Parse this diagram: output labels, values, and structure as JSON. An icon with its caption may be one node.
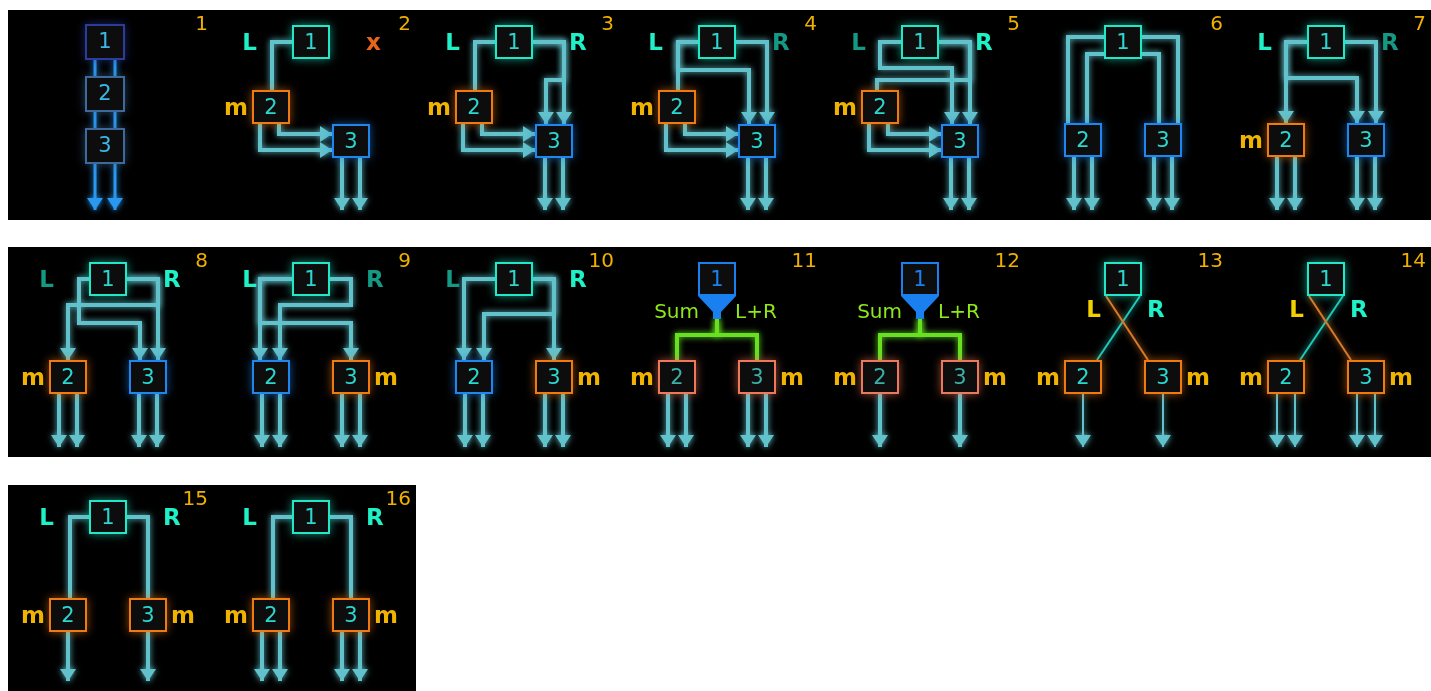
{
  "diagram": {
    "nodes": [
      {
        "text": [
          "1"
        ]
      },
      {
        "text": [
          "2"
        ]
      },
      {
        "text": [
          "3"
        ]
      },
      {
        "text": [
          "1"
        ],
        "beside": [
          "L",
          "x"
        ]
      },
      {
        "text": [
          "2"
        ],
        "beside": [
          "m"
        ]
      },
      {
        "text": [
          "3"
        ]
      },
      {
        "text": [
          "1"
        ],
        "beside": [
          "L",
          "R"
        ]
      },
      {
        "text": [
          "2"
        ],
        "beside": [
          "m"
        ]
      },
      {
        "text": [
          "3"
        ]
      },
      {
        "text": [
          "1"
        ],
        "beside": [
          "L",
          "R"
        ]
      },
      {
        "text": [
          "2"
        ],
        "beside": [
          "m"
        ]
      },
      {
        "text": [
          "3"
        ]
      },
      {
        "text": [
          "1"
        ],
        "beside": [
          "L",
          "R"
        ]
      },
      {
        "text": [
          "2"
        ],
        "beside": [
          "m"
        ]
      },
      {
        "text": [
          "3"
        ]
      },
      {
        "text": [
          "1"
        ]
      },
      {
        "text": [
          "2"
        ]
      },
      {
        "text": [
          "3"
        ]
      },
      {
        "text": [
          "1"
        ],
        "beside": [
          "L",
          "R"
        ]
      },
      {
        "text": [
          "2"
        ],
        "beside": [
          "m"
        ]
      },
      {
        "text": [
          "3"
        ]
      },
      {
        "text": [
          "1"
        ],
        "beside": [
          "L",
          "R"
        ]
      },
      {
        "text": [
          "2"
        ],
        "beside": [
          "m"
        ]
      },
      {
        "text": [
          "3"
        ]
      },
      {
        "text": [
          "1"
        ],
        "beside": [
          "L",
          "R"
        ]
      },
      {
        "text": [
          "2"
        ]
      },
      {
        "text": [
          "3"
        ],
        "beside": [
          "m"
        ]
      },
      {
        "text": [
          "1"
        ],
        "beside": [
          "L",
          "R"
        ]
      },
      {
        "text": [
          "2"
        ]
      },
      {
        "text": [
          "3"
        ],
        "beside": [
          "m"
        ]
      },
      {
        "text": [
          "1"
        ],
        "beside": [
          "Sum",
          "L+R"
        ]
      },
      {
        "text": [
          "2"
        ],
        "beside": [
          "m"
        ]
      },
      {
        "text": [
          "3"
        ],
        "beside": [
          "m"
        ]
      },
      {
        "text": [
          "1"
        ],
        "beside": [
          "Sum",
          "L+R"
        ]
      },
      {
        "text": [
          "2"
        ],
        "beside": [
          "m"
        ]
      },
      {
        "text": [
          "3"
        ],
        "beside": [
          "m"
        ]
      },
      {
        "text": [
          "1"
        ],
        "beside": [
          "L",
          "R"
        ]
      },
      {
        "text": [
          "2"
        ],
        "beside": [
          "m"
        ]
      },
      {
        "text": [
          "3"
        ],
        "beside": [
          "m"
        ]
      },
      {
        "text": [
          "1"
        ],
        "beside": [
          "L",
          "R"
        ]
      },
      {
        "text": [
          "2"
        ],
        "beside": [
          "m"
        ]
      },
      {
        "text": [
          "3"
        ],
        "beside": [
          "m"
        ]
      },
      {
        "text": [
          "1"
        ],
        "beside": [
          "L",
          "R"
        ]
      },
      {
        "text": [
          "2"
        ],
        "beside": [
          "m"
        ]
      },
      {
        "text": [
          "3"
        ],
        "beside": [
          "m"
        ]
      },
      {
        "text": [
          "1"
        ],
        "beside": [
          "L",
          "R"
        ]
      },
      {
        "text": [
          "2"
        ],
        "beside": [
          "m"
        ]
      },
      {
        "text": [
          "3"
        ],
        "beside": [
          "m"
        ]
      }
    ],
    "edges": [
      {
        "from": 0,
        "to": 1,
        "arrow": "none",
        "color": "#2a98f0"
      },
      {
        "from": 0,
        "to": 1,
        "arrow": "none",
        "color": "#2a98f0"
      },
      {
        "from": 1,
        "to": 2,
        "arrow": "none",
        "color": "#2a98f0"
      },
      {
        "from": 1,
        "to": 2,
        "arrow": "none",
        "color": "#2a98f0"
      },
      {
        "from": 2,
        "to": null,
        "arrow": "to",
        "color": "#2a98f0"
      },
      {
        "from": 2,
        "to": null,
        "arrow": "to",
        "color": "#2a98f0"
      },
      {
        "from": 3,
        "to": 4,
        "arrow": "none"
      },
      {
        "from": 4,
        "to": 5,
        "arrow": "to"
      },
      {
        "from": 4,
        "to": 5,
        "arrow": "to"
      },
      {
        "from": 5,
        "to": null,
        "arrow": "to"
      },
      {
        "from": 5,
        "to": null,
        "arrow": "to"
      },
      {
        "from": 6,
        "to": 7,
        "arrow": "none"
      },
      {
        "from": 6,
        "to": 8,
        "arrow": "to"
      },
      {
        "from": 6,
        "to": 8,
        "arrow": "to"
      },
      {
        "from": 7,
        "to": 8,
        "arrow": "to"
      },
      {
        "from": 7,
        "to": 8,
        "arrow": "to"
      },
      {
        "from": 8,
        "to": null,
        "arrow": "to"
      },
      {
        "from": 8,
        "to": null,
        "arrow": "to"
      },
      {
        "from": 9,
        "to": 10,
        "arrow": "none"
      },
      {
        "from": 9,
        "to": 11,
        "arrow": "to"
      },
      {
        "from": 9,
        "to": 11,
        "arrow": "to"
      },
      {
        "from": 10,
        "to": 11,
        "arrow": "to"
      },
      {
        "from": 10,
        "to": 11,
        "arrow": "to"
      },
      {
        "from": 11,
        "to": null,
        "arrow": "to"
      },
      {
        "from": 11,
        "to": null,
        "arrow": "to"
      },
      {
        "from": 12,
        "to": 14,
        "arrow": "to"
      },
      {
        "from": 12,
        "to": 14,
        "arrow": "to"
      },
      {
        "from": 12,
        "to": 13,
        "arrow": "none"
      },
      {
        "from": 13,
        "to": 14,
        "arrow": "to"
      },
      {
        "from": 13,
        "to": 14,
        "arrow": "to"
      },
      {
        "from": 14,
        "to": null,
        "arrow": "to"
      },
      {
        "from": 14,
        "to": null,
        "arrow": "to"
      },
      {
        "from": 15,
        "to": 16,
        "arrow": "none"
      },
      {
        "from": 15,
        "to": 16,
        "arrow": "none"
      },
      {
        "from": 15,
        "to": 17,
        "arrow": "none"
      },
      {
        "from": 15,
        "to": 17,
        "arrow": "none"
      },
      {
        "from": 16,
        "to": null,
        "arrow": "to"
      },
      {
        "from": 16,
        "to": null,
        "arrow": "to"
      },
      {
        "from": 17,
        "to": null,
        "arrow": "to"
      },
      {
        "from": 17,
        "to": null,
        "arrow": "to"
      },
      {
        "from": 18,
        "to": 19,
        "arrow": "to"
      },
      {
        "from": 18,
        "to": 20,
        "arrow": "to"
      },
      {
        "from": 18,
        "to": 20,
        "arrow": "to"
      },
      {
        "from": 19,
        "to": null,
        "arrow": "to"
      },
      {
        "from": 19,
        "to": null,
        "arrow": "to"
      },
      {
        "from": 20,
        "to": null,
        "arrow": "to"
      },
      {
        "from": 20,
        "to": null,
        "arrow": "to"
      },
      {
        "from": 21,
        "to": 23,
        "arrow": "to"
      },
      {
        "from": 21,
        "to": 22,
        "arrow": "to"
      },
      {
        "from": 21,
        "to": 23,
        "arrow": "to"
      },
      {
        "from": 22,
        "to": null,
        "arrow": "to"
      },
      {
        "from": 22,
        "to": null,
        "arrow": "to"
      },
      {
        "from": 23,
        "to": null,
        "arrow": "to"
      },
      {
        "from": 23,
        "to": null,
        "arrow": "to"
      },
      {
        "from": 24,
        "to": 25,
        "arrow": "to"
      },
      {
        "from": 24,
        "to": 26,
        "arrow": "to"
      },
      {
        "from": 24,
        "to": 25,
        "arrow": "to"
      },
      {
        "from": 25,
        "to": null,
        "arrow": "to"
      },
      {
        "from": 25,
        "to": null,
        "arrow": "to"
      },
      {
        "from": 26,
        "to": null,
        "arrow": "to"
      },
      {
        "from": 26,
        "to": null,
        "arrow": "to"
      },
      {
        "from": 27,
        "to": 28,
        "arrow": "to"
      },
      {
        "from": 27,
        "to": 29,
        "arrow": "to"
      },
      {
        "from": 27,
        "to": 28,
        "arrow": "to"
      },
      {
        "from": 28,
        "to": null,
        "arrow": "to"
      },
      {
        "from": 28,
        "to": null,
        "arrow": "to"
      },
      {
        "from": 29,
        "to": null,
        "arrow": "to"
      },
      {
        "from": 29,
        "to": null,
        "arrow": "to"
      },
      {
        "from": 30,
        "to": 31,
        "arrow": "none",
        "color": "#66e020"
      },
      {
        "from": 30,
        "to": 32,
        "arrow": "none",
        "color": "#66e020"
      },
      {
        "from": 31,
        "to": null,
        "arrow": "to"
      },
      {
        "from": 31,
        "to": null,
        "arrow": "to"
      },
      {
        "from": 32,
        "to": null,
        "arrow": "to"
      },
      {
        "from": 32,
        "to": null,
        "arrow": "to"
      },
      {
        "from": 33,
        "to": 34,
        "arrow": "none",
        "color": "#66e020"
      },
      {
        "from": 33,
        "to": 35,
        "arrow": "none",
        "color": "#66e020"
      },
      {
        "from": 34,
        "to": null,
        "arrow": "to"
      },
      {
        "from": 35,
        "to": null,
        "arrow": "to"
      },
      {
        "from": 36,
        "to": 37,
        "arrow": "none",
        "color": "#20c8b8"
      },
      {
        "from": 36,
        "to": 38,
        "arrow": "none",
        "color": "#d87a28"
      },
      {
        "from": 37,
        "to": null,
        "arrow": "to"
      },
      {
        "from": 38,
        "to": null,
        "arrow": "to"
      },
      {
        "from": 39,
        "to": 40,
        "arrow": "none",
        "color": "#20c8b8"
      },
      {
        "from": 39,
        "to": 41,
        "arrow": "none",
        "color": "#d87a28"
      },
      {
        "from": 40,
        "to": null,
        "arrow": "to"
      },
      {
        "from": 40,
        "to": null,
        "arrow": "to"
      },
      {
        "from": 41,
        "to": null,
        "arrow": "to"
      },
      {
        "from": 41,
        "to": null,
        "arrow": "to"
      },
      {
        "from": 42,
        "to": 43,
        "arrow": "none"
      },
      {
        "from": 42,
        "to": 44,
        "arrow": "none"
      },
      {
        "from": 43,
        "to": null,
        "arrow": "to"
      },
      {
        "from": 44,
        "to": null,
        "arrow": "to"
      },
      {
        "from": 45,
        "to": 46,
        "arrow": "none"
      },
      {
        "from": 45,
        "to": 47,
        "arrow": "none"
      },
      {
        "from": 46,
        "to": null,
        "arrow": "to"
      },
      {
        "from": 46,
        "to": null,
        "arrow": "to"
      },
      {
        "from": 47,
        "to": null,
        "arrow": "to"
      },
      {
        "from": 47,
        "to": null,
        "arrow": "to"
      }
    ],
    "labels": [
      "1",
      "2",
      "3",
      "4",
      "5",
      "6",
      "7",
      "8",
      "9",
      "10",
      "11",
      "12",
      "13",
      "14",
      "15",
      "16"
    ]
  }
}
